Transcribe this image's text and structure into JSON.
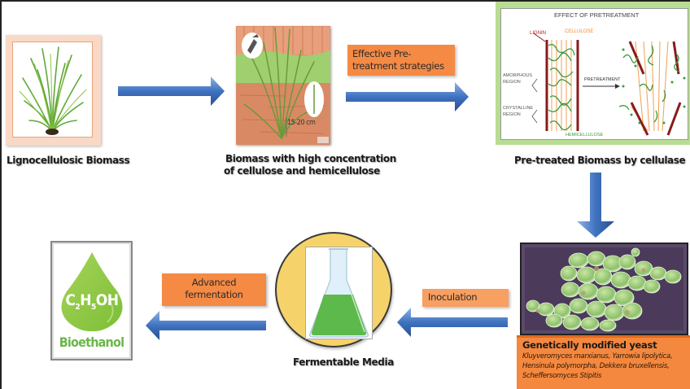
{
  "diagram": {
    "title": "Lignocellulosic biomass to bioethanol workflow",
    "colors": {
      "arrow": "#3f72c0",
      "label_box": "#f58a44",
      "plant_green": "#5fa83a",
      "ethanol_green": "#8cc63f",
      "yeast_background": "#4b3a5a",
      "media_circle": "#f6d36a"
    },
    "steps": [
      {
        "id": "lignocellulosic-biomass",
        "caption": "Lignocellulosic Biomass"
      },
      {
        "id": "biomass-high-cellulose",
        "caption_lines": [
          "Biomass with high concentration",
          "of  cellulose and hemicellulose"
        ],
        "measurement_label": "15-20 cm"
      },
      {
        "id": "pretreated-biomass",
        "caption": "Pre-treated Biomass by cellulase"
      },
      {
        "id": "genetically-modified-yeast"
      },
      {
        "id": "fermentable-media",
        "caption": "Fermentable Media"
      },
      {
        "id": "bioethanol"
      }
    ],
    "pretreatment_panel": {
      "title": "EFFECT OF PRETREATMENT",
      "labels": {
        "lignin": "LIGNIN",
        "cellulose": "CELLULOSE",
        "hemicellulose": "HEMICELLULOSE",
        "amorphous": [
          "AMORPHOUS",
          "REGION"
        ],
        "crystalline": [
          "CRYSTALLINE",
          "REGION"
        ],
        "arrow": "PRETREATMENT"
      }
    },
    "transitions": [
      {
        "from": "lignocellulosic-biomass",
        "to": "biomass-high-cellulose",
        "direction": "right",
        "label": null
      },
      {
        "from": "biomass-high-cellulose",
        "to": "pretreated-biomass",
        "direction": "right",
        "label_lines": [
          "Effective Pre-",
          "treatment strategies"
        ]
      },
      {
        "from": "pretreated-biomass",
        "to": "genetically-modified-yeast",
        "direction": "down",
        "label": null
      },
      {
        "from": "genetically-modified-yeast",
        "to": "fermentable-media",
        "direction": "left",
        "label": "Inoculation"
      },
      {
        "from": "fermentable-media",
        "to": "bioethanol",
        "direction": "left",
        "label_lines": [
          "Advanced",
          "fermentation"
        ]
      }
    ],
    "yeast_box": {
      "title": "Genetically  modified yeast",
      "species_lines": [
        "Kluyveromyces marxianus, Yarrowia lipolytica,",
        "Hensinula polymorpha, Dekkera bruxellensis,",
        "Scheffersomyces Stipitis"
      ]
    },
    "bioethanol": {
      "formula": {
        "c": "C",
        "c_sub": "2",
        "h": "H",
        "h_sub": "5",
        "oh": "OH"
      },
      "label": "Bioethanol"
    }
  }
}
